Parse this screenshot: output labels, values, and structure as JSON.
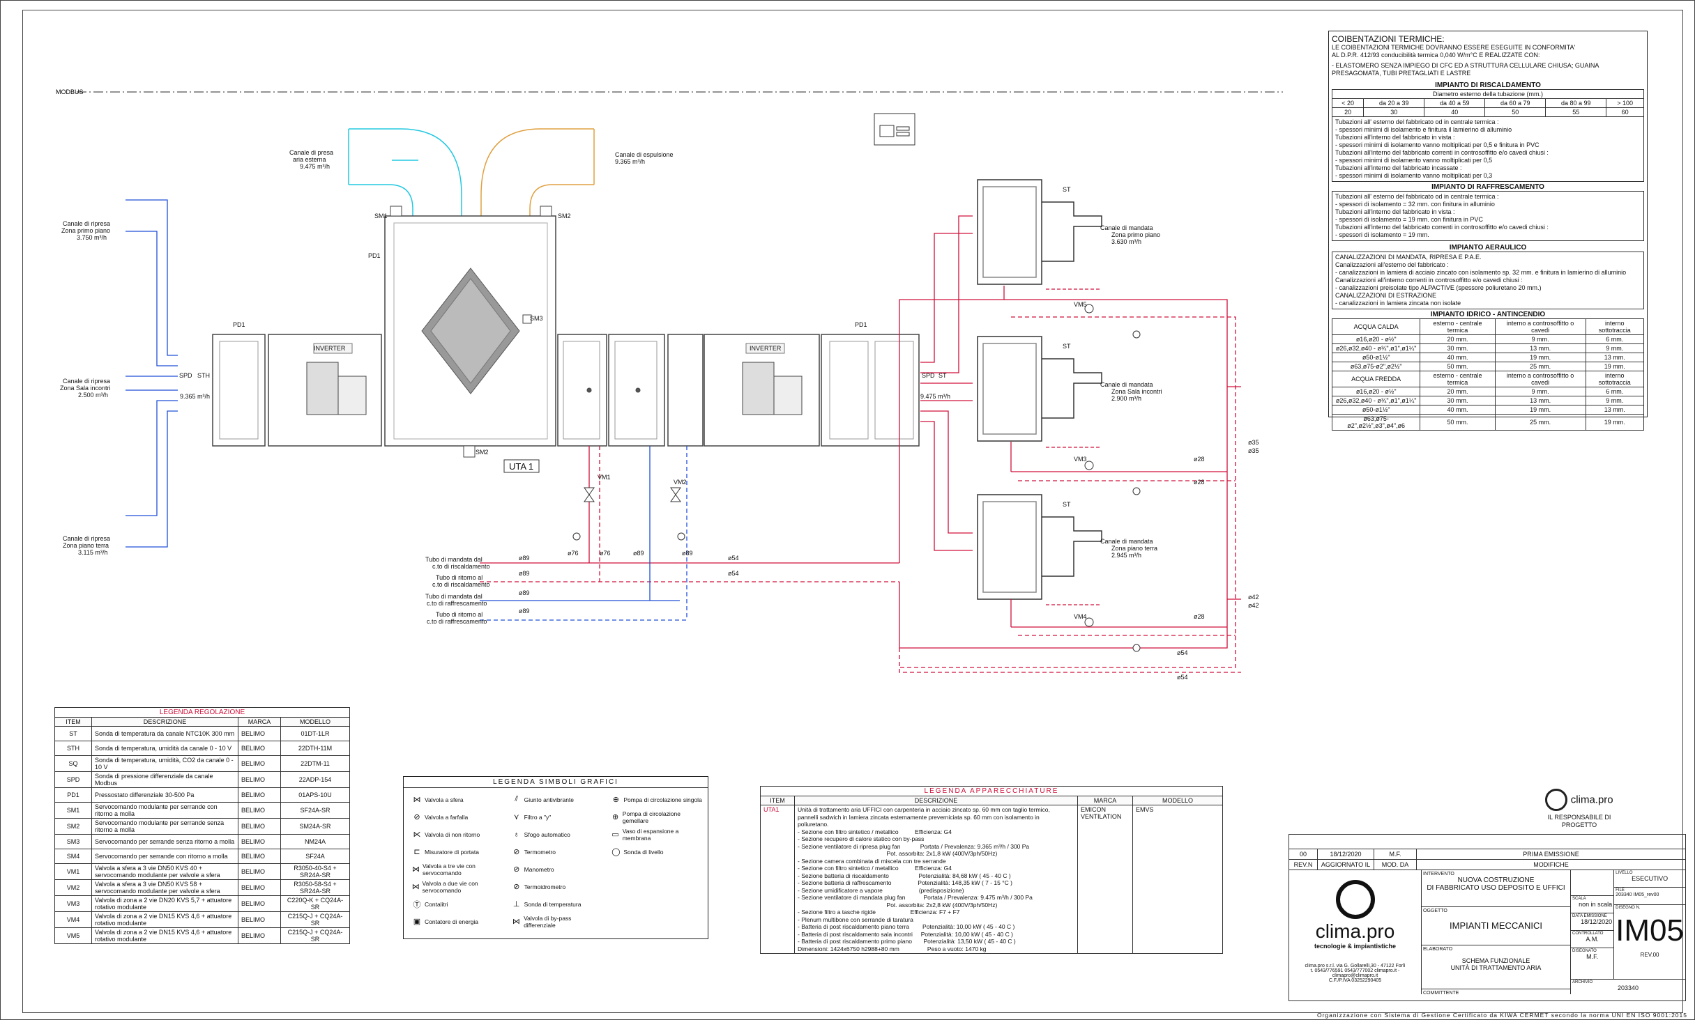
{
  "top_line_label": "MODBUS",
  "uta_label": "UTA 1",
  "inverter_label": "INVERTER",
  "labels": {
    "presa": [
      "Canale di presa",
      "aria esterna",
      "9.475 m³/h"
    ],
    "espulsione": [
      "Canale di espulsione",
      "9.365 m³/h"
    ],
    "ripresa1": [
      "Canale di ripresa",
      "Zona primo piano",
      "3.750 m³/h"
    ],
    "ripresa2": [
      "Canale di ripresa",
      "Zona Sala incontri",
      "2.500 m³/h"
    ],
    "ripresa3": [
      "Canale di ripresa",
      "Zona piano terra",
      "3.115 m³/h"
    ],
    "mandata1": [
      "Canale di mandata",
      "Zona primo piano",
      "3.630 m³/h"
    ],
    "mandata2": [
      "Canale di mandata",
      "Zona Sala incontri",
      "2.900 m³/h"
    ],
    "mandata3": [
      "Canale di mandata",
      "Zona piano terra",
      "2.945 m³/h"
    ],
    "flow_in": "9.365 m³/h",
    "flow_out": "9.475 m³/h",
    "tubo1": [
      "Tubo di mandata dal",
      "c.to di riscaldamento"
    ],
    "tubo2": [
      "Tubo di ritorno al",
      "c.to di riscaldamento"
    ],
    "tubo3": [
      "Tubo di mandata dal",
      "c.to di raffrescamento"
    ],
    "tubo4": [
      "Tubo di ritorno al",
      "c.to di raffrescamento"
    ]
  },
  "tags": [
    "SM1",
    "SM2",
    "SM3",
    "PD1",
    "PD1",
    "PD1",
    "SPD",
    "STH",
    "SPD",
    "ST",
    "ST",
    "ST",
    "ST",
    "SM2",
    "VM1",
    "VM2",
    "VM3",
    "VM4",
    "VM5"
  ],
  "pipe_sizes": [
    "ø76",
    "ø76",
    "ø89",
    "ø89",
    "ø89",
    "ø89",
    "ø89",
    "ø89",
    "ø54",
    "ø54",
    "ø35",
    "ø35",
    "ø28",
    "ø28",
    "ø42",
    "ø42",
    "ø28",
    "ø54",
    "ø54"
  ],
  "coibentazioni": {
    "title": "COIBENTAZIONI TERMICHE:",
    "lines": [
      "LE COIBENTAZIONI TERMICHE DOVRANNO ESSERE ESEGUITE IN CONFORMITA'",
      "AL D.P.R. 412/93 conducibilità termica 0,040 W/m°C E REALIZZATE CON:",
      "- ELASTOMERO SENZA IMPIEGO DI CFC ED A STRUTTURA CELLULARE CHIUSA; GUAINA PRESAGOMATA, TUBI PRETAGLIATI E LASTRE"
    ],
    "risc_title": "IMPIANTO DI RISCALDAMENTO",
    "diam_title": "Diametro esterno della tubazione (mm.)",
    "diam_headers": [
      "< 20",
      "da 20 a 39",
      "da 40 a 59",
      "da 60 a 79",
      "da 80 a 99",
      "> 100"
    ],
    "diam_values": [
      "20",
      "30",
      "40",
      "50",
      "55",
      "60"
    ],
    "risc_notes": [
      "Tubazioni all' esterno del fabbricato od in centrale termica :",
      "- spessori minimi di isolamento e finitura il lamierino di alluminio",
      "Tubazioni all'interno del fabbricato in vista :",
      "- spessori minimi di isolamento vanno moltiplicati per 0,5 e finitura in PVC",
      "Tubazioni all'interno del fabbricato correnti in controsoffitto e/o cavedi chiusi :",
      "- spessori minimi di isolamento vanno moltiplicati per 0,5",
      "Tubazioni all'interno del fabbricato incassate :",
      "- spessori minimi di isolamento vanno moltiplicati per 0,3"
    ],
    "raff_title": "IMPIANTO DI RAFFRESCAMENTO",
    "raff_notes": [
      "Tubazioni all' esterno del fabbricato od in centrale termica :",
      "- spessori di isolamento = 32 mm. con finitura in alluminio",
      "Tubazioni all'interno del fabbricato in vista :",
      "- spessori di isolamento = 19 mm. con finitura in PVC",
      "Tubazioni all'interno del fabbricato correnti in controsoffitto e/o cavedi chiusi :",
      "- spessori di isolamento = 19 mm."
    ],
    "aer_title": "IMPIANTO AERAULICO",
    "aer_notes": [
      "CANALIZZAZIONI DI MANDATA, RIPRESA E P.A.E.",
      "Canalizzazioni all'esterno del fabbricato :",
      "- canalizzazioni in lamiera di acciaio zincato con isolamento sp. 32 mm. e finitura in lamierino di alluminio",
      "Canalizzazioni all'interno correnti in controsoffitto e/o cavedi chiusi :",
      "- canalizzazioni preisolate tipo ALPACTIVE (spessore poliuretano 20 mm.)",
      "CANALIZZAZIONI DI ESTRAZIONE",
      "- canalizzazioni in lamiera zincata non isolate"
    ],
    "idrico_title": "IMPIANTO IDRICO - ANTINCENDIO",
    "idrico_headers_calda": [
      "ACQUA CALDA",
      "esterno - centrale termica",
      "interno a controsoffitto o cavedi",
      "interno sottotraccia"
    ],
    "idrico_calda": [
      [
        "ø16,ø20 - ø½\"",
        "20 mm.",
        "9 mm.",
        "6 mm."
      ],
      [
        "ø26,ø32,ø40 - ø¾\",ø1\",ø1¼\"",
        "30 mm.",
        "13 mm.",
        "9 mm."
      ],
      [
        "ø50-ø1½\"",
        "40 mm.",
        "19 mm.",
        "13 mm."
      ],
      [
        "ø63,ø75-ø2\",ø2½\"",
        "50 mm.",
        "25 mm.",
        "19 mm."
      ]
    ],
    "idrico_headers_fredda": [
      "ACQUA FREDDA",
      "esterno - centrale termica",
      "interno a controsoffitto o cavedi",
      "interno sottotraccia"
    ],
    "idrico_fredda": [
      [
        "ø16,ø20 - ø½\"",
        "20 mm.",
        "9 mm.",
        "6 mm."
      ],
      [
        "ø26,ø32,ø40 - ø¾\",ø1\",ø1¼\"",
        "30 mm.",
        "13 mm.",
        "9 mm."
      ],
      [
        "ø50-ø1½\"",
        "40 mm.",
        "19 mm.",
        "13 mm."
      ],
      [
        "ø63,ø75-ø2\",ø2½\",ø3\",ø4\",ø6",
        "50 mm.",
        "25 mm.",
        "19 mm."
      ]
    ]
  },
  "legenda_regolazione": {
    "title": "LEGENDA REGOLAZIONE",
    "headers": [
      "ITEM",
      "DESCRIZIONE",
      "MARCA",
      "MODELLO"
    ],
    "rows": [
      [
        "ST",
        "Sonda di temperatura da canale NTC10K 300 mm",
        "BELIMO",
        "01DT-1LR"
      ],
      [
        "STH",
        "Sonda di temperatura, umidità da canale 0 - 10 V",
        "BELIMO",
        "22DTH-11M"
      ],
      [
        "SQ",
        "Sonda di temperatura, umidità, CO2 da canale 0 - 10 V",
        "BELIMO",
        "22DTM-11"
      ],
      [
        "SPD",
        "Sonda di pressione differenziale da canale Modbus",
        "BELIMO",
        "22ADP-154"
      ],
      [
        "PD1",
        "Pressostato differenziale 30-500 Pa",
        "BELIMO",
        "01APS-10U"
      ],
      [
        "SM1",
        "Servocomando modulante per serrande con ritorno a molla",
        "BELIMO",
        "SF24A-SR"
      ],
      [
        "SM2",
        "Servocomando modulante per serrande senza ritorno a molla",
        "BELIMO",
        "SM24A-SR"
      ],
      [
        "SM3",
        "Servocomando per serrande senza ritorno a molla",
        "BELIMO",
        "NM24A"
      ],
      [
        "SM4",
        "Servocomando per serrande con ritorno a molla",
        "BELIMO",
        "SF24A"
      ],
      [
        "VM1",
        "Valvola a sfera a 3 vie DN50 KVS 40 + servocomando modulante per valvole a sfera",
        "BELIMO",
        "R3050-40-S4 + SR24A-SR"
      ],
      [
        "VM2",
        "Valvola a sfera a 3 vie DN50 KVS 58 + servocomando modulante per valvole a sfera",
        "BELIMO",
        "R3050-58-S4 + SR24A-SR"
      ],
      [
        "VM3",
        "Valvola di zona a 2 vie DN20 KVS 5,7 + attuatore rotativo modulante",
        "BELIMO",
        "C220Q-K + CQ24A-SR"
      ],
      [
        "VM4",
        "Valvola di zona a 2 vie DN15 KVS 4,6 + attuatore rotativo modulante",
        "BELIMO",
        "C215Q-J + CQ24A-SR"
      ],
      [
        "VM5",
        "Valvola di zona a 2 vie DN15 KVS 4,6 + attuatore rotativo modulante",
        "BELIMO",
        "C215Q-J + CQ24A-SR"
      ]
    ]
  },
  "legenda_simboli": {
    "title": "LEGENDA SIMBOLI GRAFICI",
    "col1": [
      "Valvola a sfera",
      "Valvola a farfalla",
      "Valvola di non ritorno",
      "Misuratore di portata",
      "Valvola a tre vie con servocomando",
      "Valvola a due vie con servocomando",
      "Contalitri",
      "Contatore di energia"
    ],
    "col2": [
      "Giunto antivibrante",
      "Filtro a \"y\"",
      "Sfogo automatico",
      "Termometro",
      "Manometro",
      "Termoidrometro",
      "Sonda di temperatura",
      "Valvola di by-pass differenziale"
    ],
    "col3": [
      "Pompa di circolazione singola",
      "Pompa di circolazione gemellare",
      "Vaso di espansione a membrana",
      "Sonda di livello"
    ]
  },
  "legenda_apparecchiature": {
    "title": "LEGENDA APPARECCHIATURE",
    "headers": [
      "ITEM",
      "DESCRIZIONE",
      "MARCA",
      "MODELLO"
    ],
    "item": "UTA1",
    "marca": "EMICON VENTILATION",
    "modello": "EMVS",
    "desc": [
      "Unità di trattamento aria UFFICI con carpenteria in acciaio zincato sp. 60 mm con taglio termico,",
      "pannelli sadwich in lamiera zincata esternamente preverniciata sp. 60 mm con isolamento in",
      "poliuretano.",
      "- Sezione con filtro sintetico / metallico          Efficienza: G4",
      "- Sezione recupero di calore statico con by-pass",
      "- Sezione ventilatore di ripresa plug fan            Portata / Prevalenza: 9.365 m³/h / 300 Pa",
      "                                                      Pot. assorbita: 2x1,8 kW (400V/3ph/50Hz)",
      "- Sezione camera combinata di miscela con tre serrande",
      "- Sezione con filtro sintetico / metallico          Efficienza: G4",
      "- Sezione batteria di riscaldamento                  Potenzialità: 84,68 kW ( 45 - 40 C )",
      "- Sezione batteria di raffrescamento                Potenzialità: 148,35 kW ( 7 - 15 °C )",
      "- Sezione umidificatore a vapore                      (predisposizione)",
      "- Sezione ventilatore di mandata plug fan           Portata / Prevalenza: 9.475 m³/h / 300 Pa",
      "                                                      Pot. assorbita: 2x2,8 kW (400V/3ph/50Hz)",
      "- Sezione filtro a tasche rigide                     Efficienza: F7 + F7",
      "- Plenum multibone con serrande di taratura",
      "- Batteria di post riscaldamento piano terra        Potenzialità: 10,00 kW ( 45 - 40 C )",
      "- Batteria di post riscaldamento sala incontri     Potenzialità: 10,00 kW ( 45 - 40 C )",
      "- Batteria di post riscaldamento primo piano       Potenzialità: 13,50 kW ( 45 - 40 C )",
      "Dimensioni: 1424x6750 h2988+80 mm                 Peso a vuoto: 1470 kg"
    ]
  },
  "title_block": {
    "brand": "clima.pro",
    "brand_sub": "tecnologie & impiantistiche",
    "responsabile": "IL RESPONSABILE DI PROGETTO",
    "rev_row": [
      "00",
      "18/12/2020",
      "M.F.",
      "PRIMA EMISSIONE"
    ],
    "rev_headers": [
      "REV.N",
      "AGGIORNATO IL",
      "MOD. DA",
      "MODIFICHE"
    ],
    "intervento_label": "INTERVENTO",
    "intervento": [
      "NUOVA COSTRUZIONE",
      "DI FABBRICATO USO DEPOSITO E UFFICI"
    ],
    "oggetto_label": "OGGETTO",
    "oggetto": "IMPIANTI MECCANICI",
    "elaborato_label": "ELABORATO",
    "elaborato": [
      "SCHEMA FUNZIONALE",
      "UNITÀ DI TRATTAMENTO ARIA"
    ],
    "livello_label": "LIVELLO",
    "livello": "ESECUTIVO",
    "file_label": "FILE",
    "file": "203340 IM05_rev00",
    "scala_label": "SCALA",
    "scala": "non in scala",
    "data_label": "DATA EMISSIONE",
    "data": "18/12/2020",
    "controllato_label": "CONTROLLATO",
    "controllato": "A.M.",
    "disegnato_label": "DISEGNATO",
    "disegnato": "M.F.",
    "dis_n_label": "DISEGNO N.",
    "dis_n": "IM05",
    "rev": "REV.00",
    "archivio_label": "ARCHIVIO",
    "archivio": "203340",
    "committente": "COMMITTENTE",
    "address": [
      "clima.pro s.r.l. via G. Gollarelli,30 - 47122 Forlì",
      "t. 0543/776591 0543/777002 climapro.it - climapro@climapro.it",
      "C.F./P.IVA 03252290405"
    ],
    "footer": "Organizzazione con Sistema di Gestione Certificato da KIWA CERMET secondo la norma UNI EN ISO 9001:2015"
  },
  "colors": {
    "red": "#d0103a",
    "blue": "#1e4fd8",
    "cyan": "#22c8e0",
    "orange": "#e0a040",
    "dark": "#222222"
  }
}
